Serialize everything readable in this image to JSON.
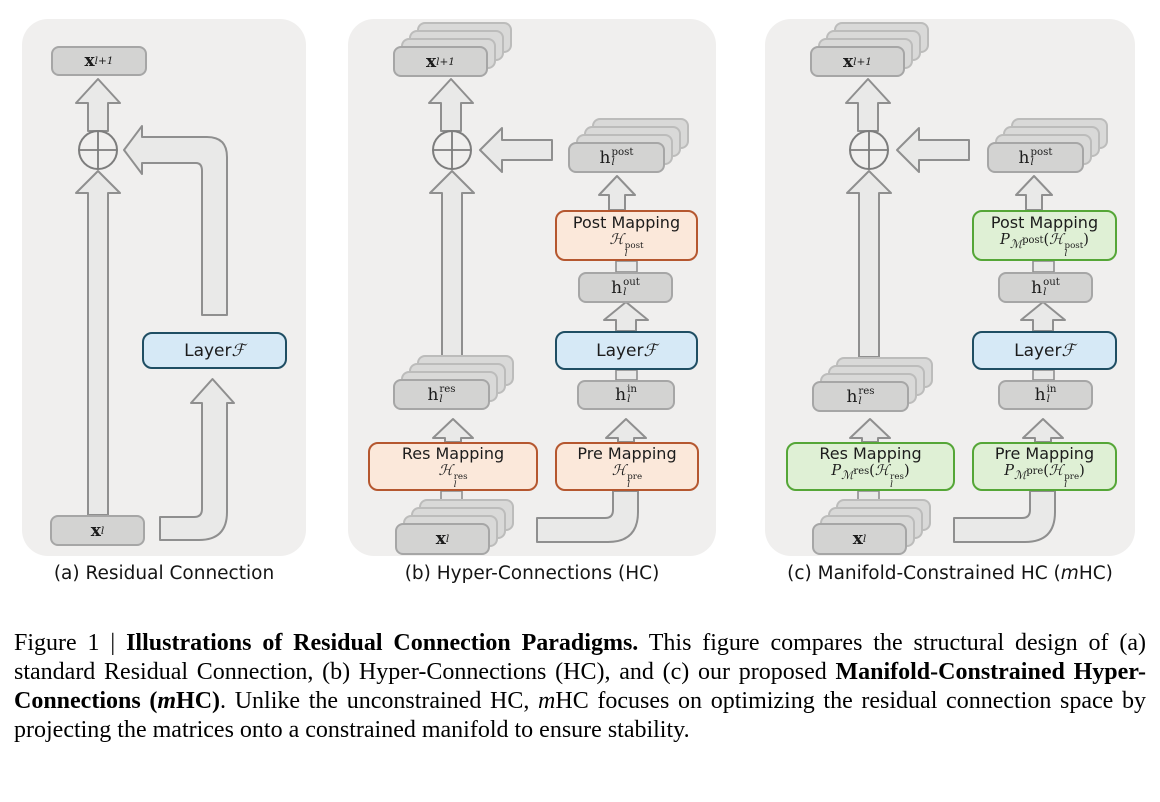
{
  "colors": {
    "panel_bg": "#f0efee",
    "gray_box_fill": "#d3d3d2",
    "gray_box_border": "#a6a6a6",
    "stack_back_fill": "#d9d9d8",
    "arrow_fill": "#e9e9e8",
    "arrow_border": "#8f8f8f",
    "blue_fill": "#d6e9f6",
    "blue_border": "#1f4e63",
    "orange_fill": "#fbe8da",
    "orange_border": "#b5572f",
    "green_fill": "#dff0d5",
    "green_border": "#55a637"
  },
  "panels": {
    "a": {
      "caption": [
        {
          "t": "t",
          "v": "(a) Residual Connection"
        }
      ],
      "xl1": [
        {
          "t": "b",
          "v": "x"
        },
        {
          "t": "sub",
          "v": "l+1"
        }
      ],
      "layer": [
        {
          "t": "t",
          "v": "Layer "
        },
        {
          "t": "scr",
          "v": "ℱ"
        }
      ],
      "xl": [
        {
          "t": "b",
          "v": "x"
        },
        {
          "t": "sub",
          "v": "l"
        }
      ]
    },
    "b": {
      "caption": [
        {
          "t": "t",
          "v": "(b) Hyper-Connections (HC)"
        }
      ],
      "xl1": [
        {
          "t": "b",
          "v": "x"
        },
        {
          "t": "sub",
          "v": "l+1"
        }
      ],
      "hpost": [
        {
          "t": "t",
          "v": "h"
        },
        {
          "t": "ss",
          "sup": "post",
          "sub": "l"
        }
      ],
      "postmap": {
        "title": "Post Mapping",
        "formula": [
          {
            "t": "scr",
            "v": "ℋ"
          },
          {
            "t": "ss",
            "sup": "post",
            "sub": "l"
          }
        ]
      },
      "hout": [
        {
          "t": "t",
          "v": "h"
        },
        {
          "t": "ss",
          "sup": "out",
          "sub": "l"
        }
      ],
      "layer": [
        {
          "t": "t",
          "v": "Layer "
        },
        {
          "t": "scr",
          "v": "ℱ"
        }
      ],
      "hin": [
        {
          "t": "t",
          "v": "h"
        },
        {
          "t": "ss",
          "sup": "in",
          "sub": "l"
        }
      ],
      "resmap": {
        "title": "Res Mapping",
        "formula": [
          {
            "t": "scr",
            "v": "ℋ"
          },
          {
            "t": "ss",
            "sup": "res",
            "sub": "l"
          }
        ]
      },
      "premap": {
        "title": "Pre Mapping",
        "formula": [
          {
            "t": "scr",
            "v": "ℋ"
          },
          {
            "t": "ss",
            "sup": "pre",
            "sub": "l"
          }
        ]
      },
      "hres": [
        {
          "t": "t",
          "v": "h"
        },
        {
          "t": "ss",
          "sup": "res",
          "sub": "l"
        }
      ],
      "xl": [
        {
          "t": "b",
          "v": "x"
        },
        {
          "t": "sub",
          "v": "l"
        }
      ]
    },
    "c": {
      "caption": [
        {
          "t": "t",
          "v": "(c) Manifold-Constrained HC ("
        },
        {
          "t": "i",
          "v": "m"
        },
        {
          "t": "t",
          "v": "HC)"
        }
      ],
      "xl1": [
        {
          "t": "b",
          "v": "x"
        },
        {
          "t": "sub",
          "v": "l+1"
        }
      ],
      "hpost": [
        {
          "t": "t",
          "v": "h"
        },
        {
          "t": "ss",
          "sup": "post",
          "sub": "l"
        }
      ],
      "postmap": {
        "title": "Post Mapping",
        "formula": [
          {
            "t": "scr",
            "v": "P"
          },
          {
            "t": "subf",
            "v": [
              {
                "t": "scr",
                "v": "ℳ"
              },
              {
                "t": "sup",
                "v": "post"
              }
            ]
          },
          {
            "t": "t",
            "v": "("
          },
          {
            "t": "scr",
            "v": "ℋ"
          },
          {
            "t": "ss",
            "sup": "post",
            "sub": "l"
          },
          {
            "t": "t",
            "v": ")"
          }
        ]
      },
      "hout": [
        {
          "t": "t",
          "v": "h"
        },
        {
          "t": "ss",
          "sup": "out",
          "sub": "l"
        }
      ],
      "layer": [
        {
          "t": "t",
          "v": "Layer "
        },
        {
          "t": "scr",
          "v": "ℱ"
        }
      ],
      "hin": [
        {
          "t": "t",
          "v": "h"
        },
        {
          "t": "ss",
          "sup": "in",
          "sub": "l"
        }
      ],
      "resmap": {
        "title": "Res Mapping",
        "formula": [
          {
            "t": "scr",
            "v": "P"
          },
          {
            "t": "subf",
            "v": [
              {
                "t": "scr",
                "v": "ℳ"
              },
              {
                "t": "sup",
                "v": "res"
              }
            ]
          },
          {
            "t": "t",
            "v": "("
          },
          {
            "t": "scr",
            "v": "ℋ"
          },
          {
            "t": "ss",
            "sup": "res",
            "sub": "l"
          },
          {
            "t": "t",
            "v": ")"
          }
        ]
      },
      "premap": {
        "title": "Pre Mapping",
        "formula": [
          {
            "t": "scr",
            "v": "P"
          },
          {
            "t": "subf",
            "v": [
              {
                "t": "scr",
                "v": "ℳ"
              },
              {
                "t": "sup",
                "v": "pre"
              }
            ]
          },
          {
            "t": "t",
            "v": "("
          },
          {
            "t": "scr",
            "v": "ℋ"
          },
          {
            "t": "ss",
            "sup": "pre",
            "sub": "l"
          },
          {
            "t": "t",
            "v": ")"
          }
        ]
      },
      "hres": [
        {
          "t": "t",
          "v": "h"
        },
        {
          "t": "ss",
          "sup": "res",
          "sub": "l"
        }
      ],
      "xl": [
        {
          "t": "b",
          "v": "x"
        },
        {
          "t": "sub",
          "v": "l"
        }
      ]
    }
  },
  "figure_caption": [
    {
      "t": "t",
      "v": "Figure 1 | "
    },
    {
      "t": "b",
      "v": "Illustrations of Residual Connection Paradigms."
    },
    {
      "t": "t",
      "v": " This figure compares the structural design of (a) standard Residual Connection, (b) Hyper-Connections (HC), and (c) our proposed "
    },
    {
      "t": "b",
      "v": "Manifold-Constrained Hyper-Connections ("
    },
    {
      "t": "bi",
      "v": "m"
    },
    {
      "t": "b",
      "v": "HC)"
    },
    {
      "t": "t",
      "v": ". Unlike the unconstrained HC, "
    },
    {
      "t": "i",
      "v": "m"
    },
    {
      "t": "t",
      "v": "HC focuses on optimizing the residual connection space by projecting the matrices onto a constrained manifold to ensure stability."
    }
  ]
}
